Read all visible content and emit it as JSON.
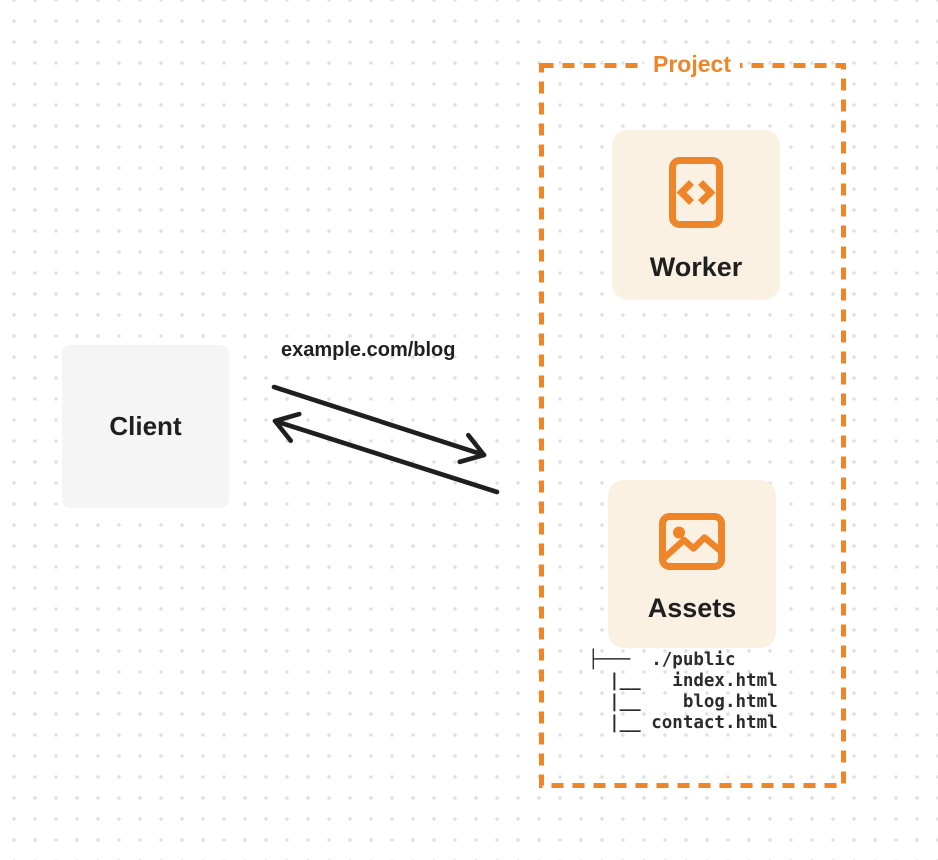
{
  "colors": {
    "accent": "#EE8528",
    "card_bg": "#FBF1E3",
    "client_bg": "#F5F5F6",
    "ink": "#1F1F1F",
    "tree_ink": "#2B2B2B",
    "dot": "#E0E0E0"
  },
  "client": {
    "label": "Client"
  },
  "request": {
    "url_label": "example.com/blog"
  },
  "project": {
    "label": "Project",
    "nodes": [
      {
        "label": "Worker",
        "icon": "code-file-icon"
      },
      {
        "label": "Assets",
        "icon": "image-icon"
      }
    ],
    "assets_file_tree": [
      "├───  ./public",
      "  |__   index.html",
      "  |__    blog.html",
      "  |__ contact.html"
    ]
  }
}
